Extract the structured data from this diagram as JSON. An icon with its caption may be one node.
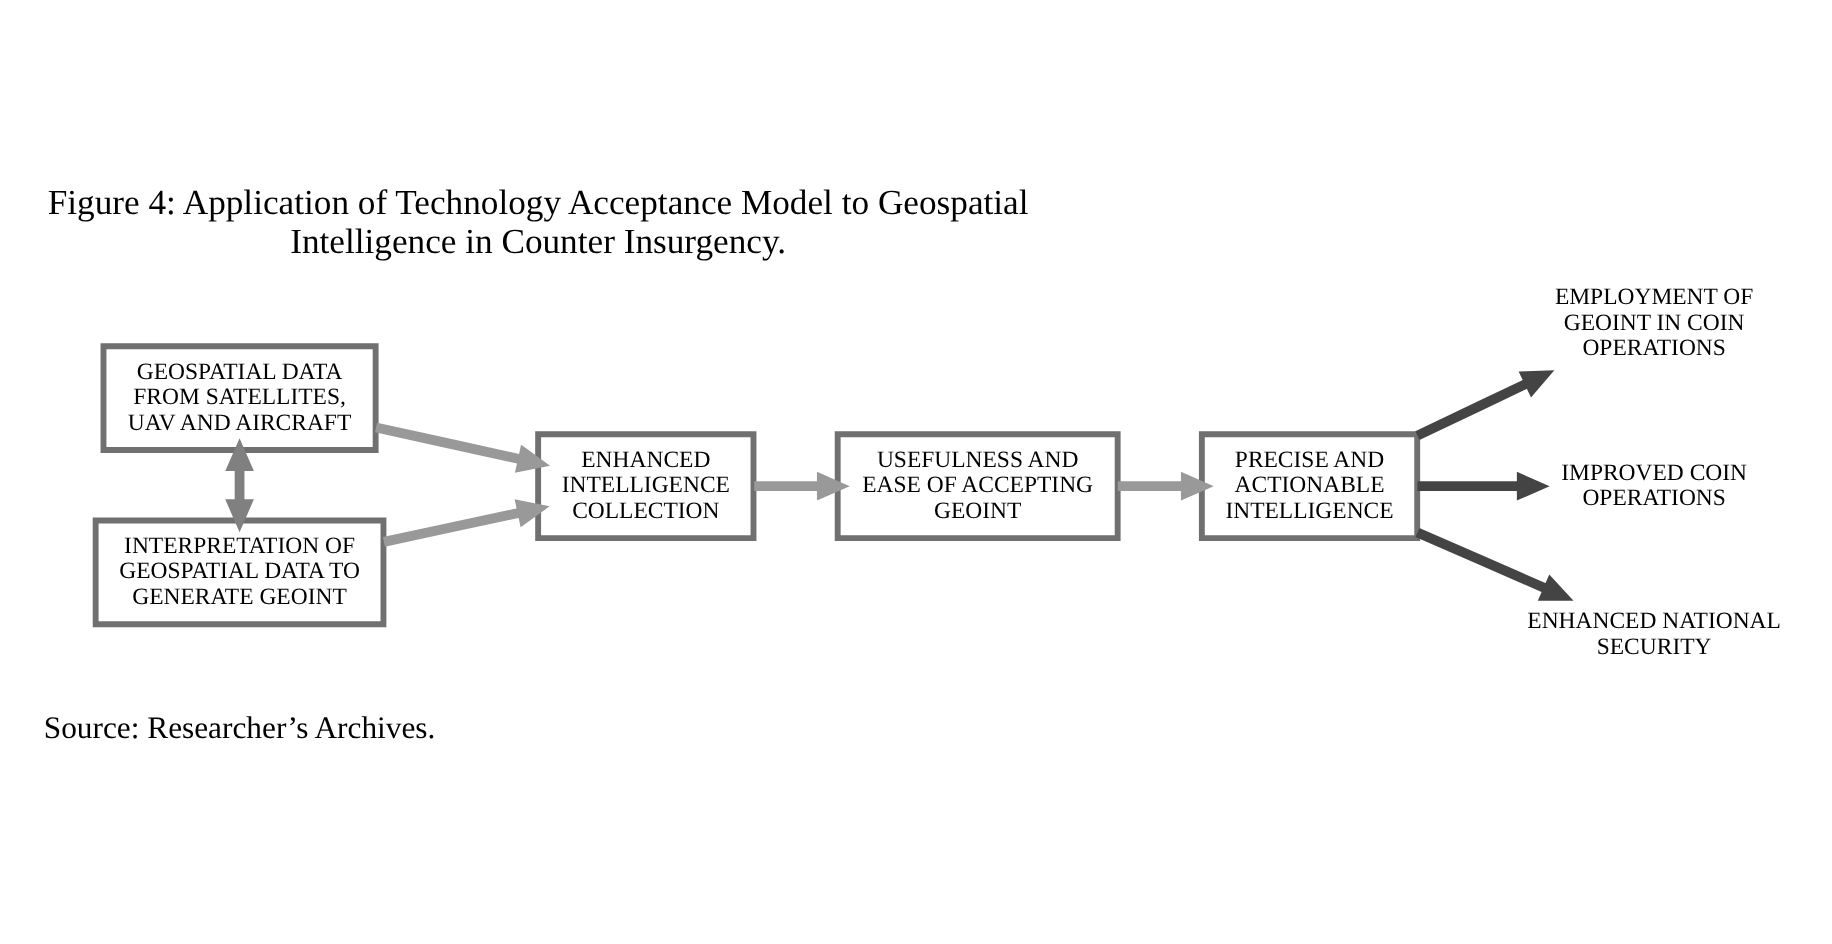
{
  "diagram": {
    "title": "Figure 4: Application of Technology Acceptance Model to Geospatial Intelligence in Counter Insurgency.",
    "caption": "Source: Researcher’s Archives.",
    "nodes": [
      {
        "text": [
          "GEOSPATIAL DATA FROM SATELLITES, UAV AND AIRCRAFT"
        ]
      },
      {
        "text": [
          "INTERPRETATION OF GEOSPATIAL DATA TO GENERATE GEOINT"
        ]
      },
      {
        "text": [
          "ENHANCED INTELLIGENCE COLLECTION"
        ]
      },
      {
        "text": [
          "USEFULNESS AND EASE OF ACCEPTING GEOINT"
        ]
      },
      {
        "text": [
          "PRECISE AND ACTIONABLE INTELLIGENCE"
        ]
      },
      {
        "text": [
          "EMPLOYMENT OF GEOINT IN COIN OPERATIONS"
        ]
      },
      {
        "text": [
          "IMPROVED COIN OPERATIONS"
        ]
      },
      {
        "text": [
          "ENHANCED NATIONAL SECURITY"
        ]
      }
    ],
    "edges": [
      {
        "from": 0,
        "to": 1,
        "arrow": "both",
        "color": "#808080"
      },
      {
        "from": 0,
        "to": 2,
        "arrow": "to"
      },
      {
        "from": 1,
        "to": 2,
        "arrow": "to"
      },
      {
        "from": 2,
        "to": 3,
        "arrow": "to"
      },
      {
        "from": 3,
        "to": 4,
        "arrow": "to"
      },
      {
        "from": 4,
        "to": 5,
        "arrow": "to",
        "color": "#444444"
      },
      {
        "from": 4,
        "to": 6,
        "arrow": "to",
        "color": "#444444"
      },
      {
        "from": 4,
        "to": 7,
        "arrow": "to",
        "color": "#444444"
      }
    ]
  }
}
